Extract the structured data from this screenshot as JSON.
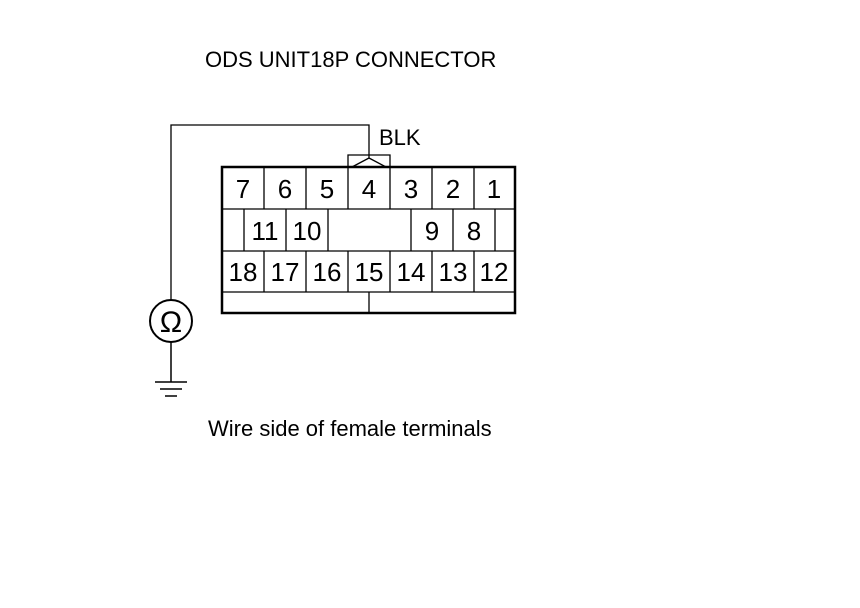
{
  "title": "ODS UNIT18P CONNECTOR",
  "wire_color": "BLK",
  "caption": "Wire side of female terminals",
  "meter_symbol": "Ω",
  "probe_terminal": "4",
  "connector": {
    "row1": [
      "7",
      "6",
      "5",
      "4",
      "3",
      "2",
      "1"
    ],
    "row2_left": [
      "11",
      "10"
    ],
    "row2_right": [
      "9",
      "8"
    ],
    "row3": [
      "18",
      "17",
      "16",
      "15",
      "14",
      "13",
      "12"
    ]
  }
}
